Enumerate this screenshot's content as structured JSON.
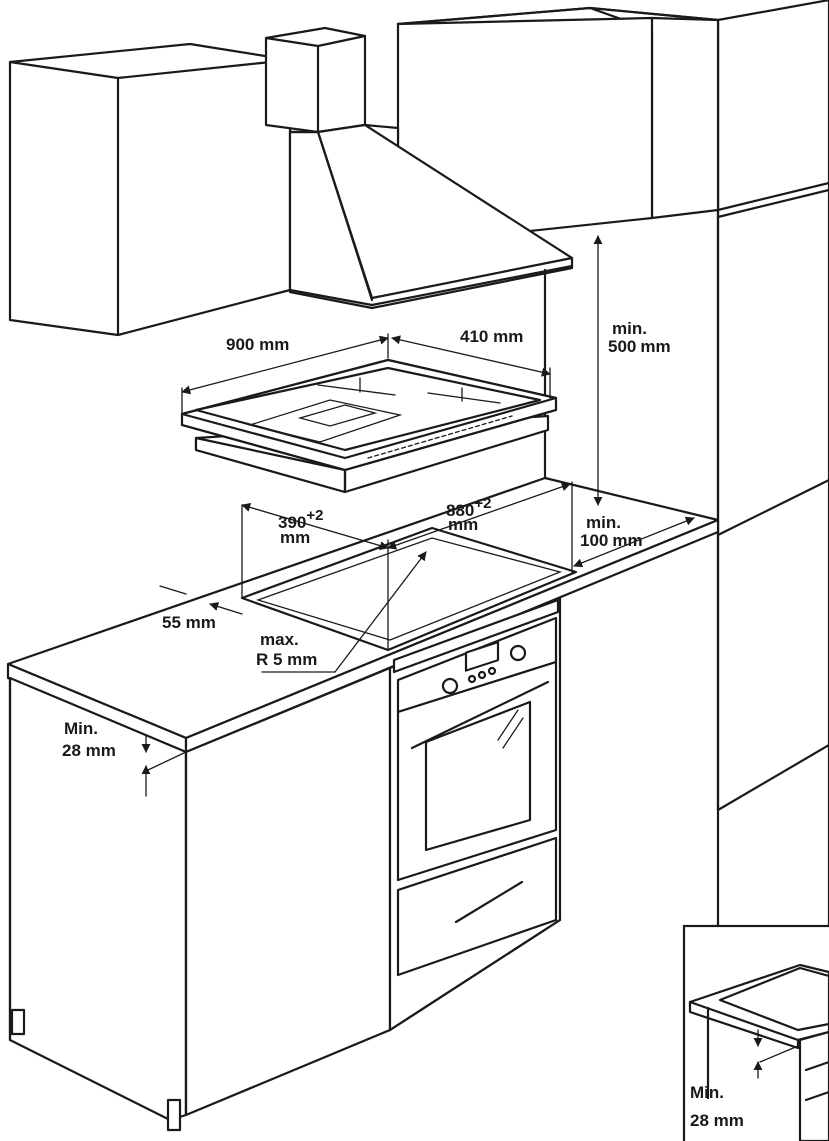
{
  "dimensions": {
    "hob_width": "900 mm",
    "hob_depth": "410 mm",
    "hood_clearance": {
      "line1": "min.",
      "line2": "500",
      "unit": "mm"
    },
    "cutout_width": {
      "value": "880",
      "tolerance": "+2",
      "unit": "mm"
    },
    "cutout_depth": {
      "value": "390",
      "tolerance": "+2",
      "unit": "mm"
    },
    "wall_clearance": {
      "line1": "min.",
      "line2": "100",
      "unit": "mm"
    },
    "front_edge": "55 mm",
    "corner_radius": {
      "line1": "max.",
      "line2": "R 5 mm"
    },
    "worktop_thickness": {
      "line1": "Min.",
      "line2": "28 mm"
    },
    "inset_worktop_thickness": {
      "line1": "Min.",
      "line2": "28 mm"
    }
  },
  "oven": {
    "display": ""
  },
  "icons": [
    "arrow-head",
    "knob",
    "oven-door-handle",
    "drawer-handle"
  ]
}
